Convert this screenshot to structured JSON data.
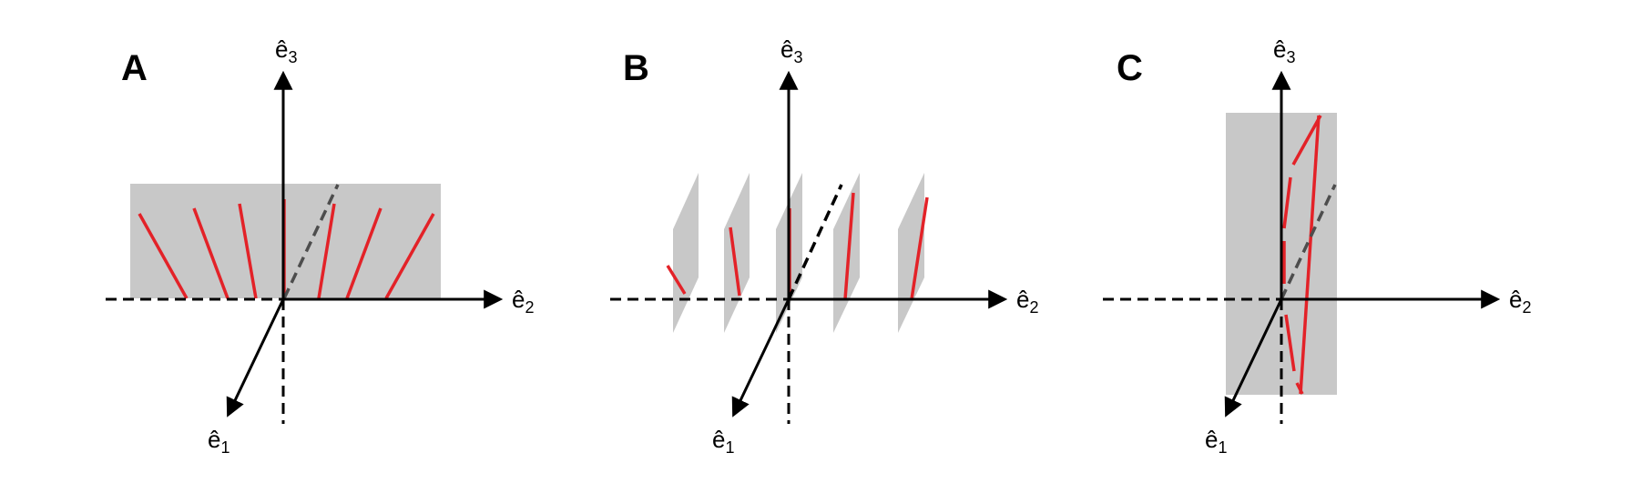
{
  "panels": [
    {
      "label": "A",
      "axes": {
        "e1": "ê",
        "e1_sub": "1",
        "e2": "ê",
        "e2_sub": "2",
        "e3": "ê",
        "e3_sub": "3"
      }
    },
    {
      "label": "B",
      "axes": {
        "e1": "ê",
        "e1_sub": "1",
        "e2": "ê",
        "e2_sub": "2",
        "e3": "ê",
        "e3_sub": "3"
      }
    },
    {
      "label": "C",
      "axes": {
        "e1": "ê",
        "e1_sub": "1",
        "e2": "ê",
        "e2_sub": "2",
        "e3": "ê",
        "e3_sub": "3"
      }
    }
  ],
  "colors": {
    "axis": "#000000",
    "plane": "#c8c8c8",
    "line_segments": "#e32228",
    "dashed_diagonal": "#4d4d4d"
  }
}
